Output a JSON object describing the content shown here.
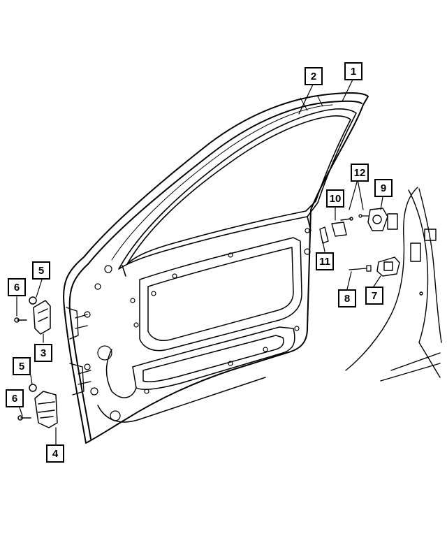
{
  "diagram": {
    "callouts": [
      {
        "id": "c1",
        "label": "1"
      },
      {
        "id": "c2",
        "label": "2"
      },
      {
        "id": "c3",
        "label": "3"
      },
      {
        "id": "c4",
        "label": "4"
      },
      {
        "id": "c5a",
        "label": "5"
      },
      {
        "id": "c5b",
        "label": "5"
      },
      {
        "id": "c6a",
        "label": "6"
      },
      {
        "id": "c6b",
        "label": "6"
      },
      {
        "id": "c7",
        "label": "7"
      },
      {
        "id": "c8",
        "label": "8"
      },
      {
        "id": "c9",
        "label": "9"
      },
      {
        "id": "c10",
        "label": "10"
      },
      {
        "id": "c11",
        "label": "11"
      },
      {
        "id": "c12",
        "label": "12"
      }
    ]
  }
}
